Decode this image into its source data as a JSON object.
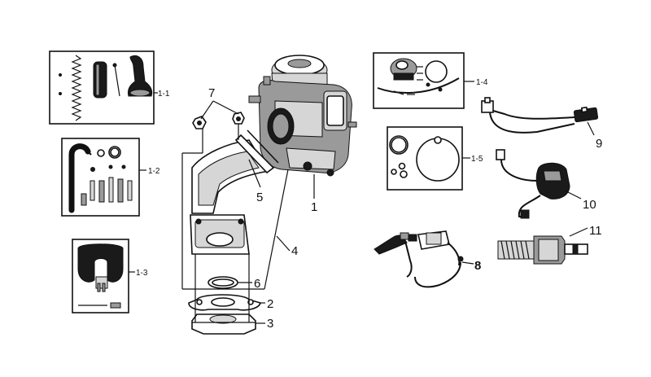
{
  "labels": {
    "1": "1",
    "2": "2",
    "3": "3",
    "4": "4",
    "5": "5",
    "6": "6",
    "7": "7",
    "8": "8",
    "9": "9",
    "10": "10",
    "11": "11",
    "1_1": "1-1",
    "1_2": "1-2",
    "1_3": "1-3",
    "1_4": "1-4",
    "1_5": "1-5"
  }
}
